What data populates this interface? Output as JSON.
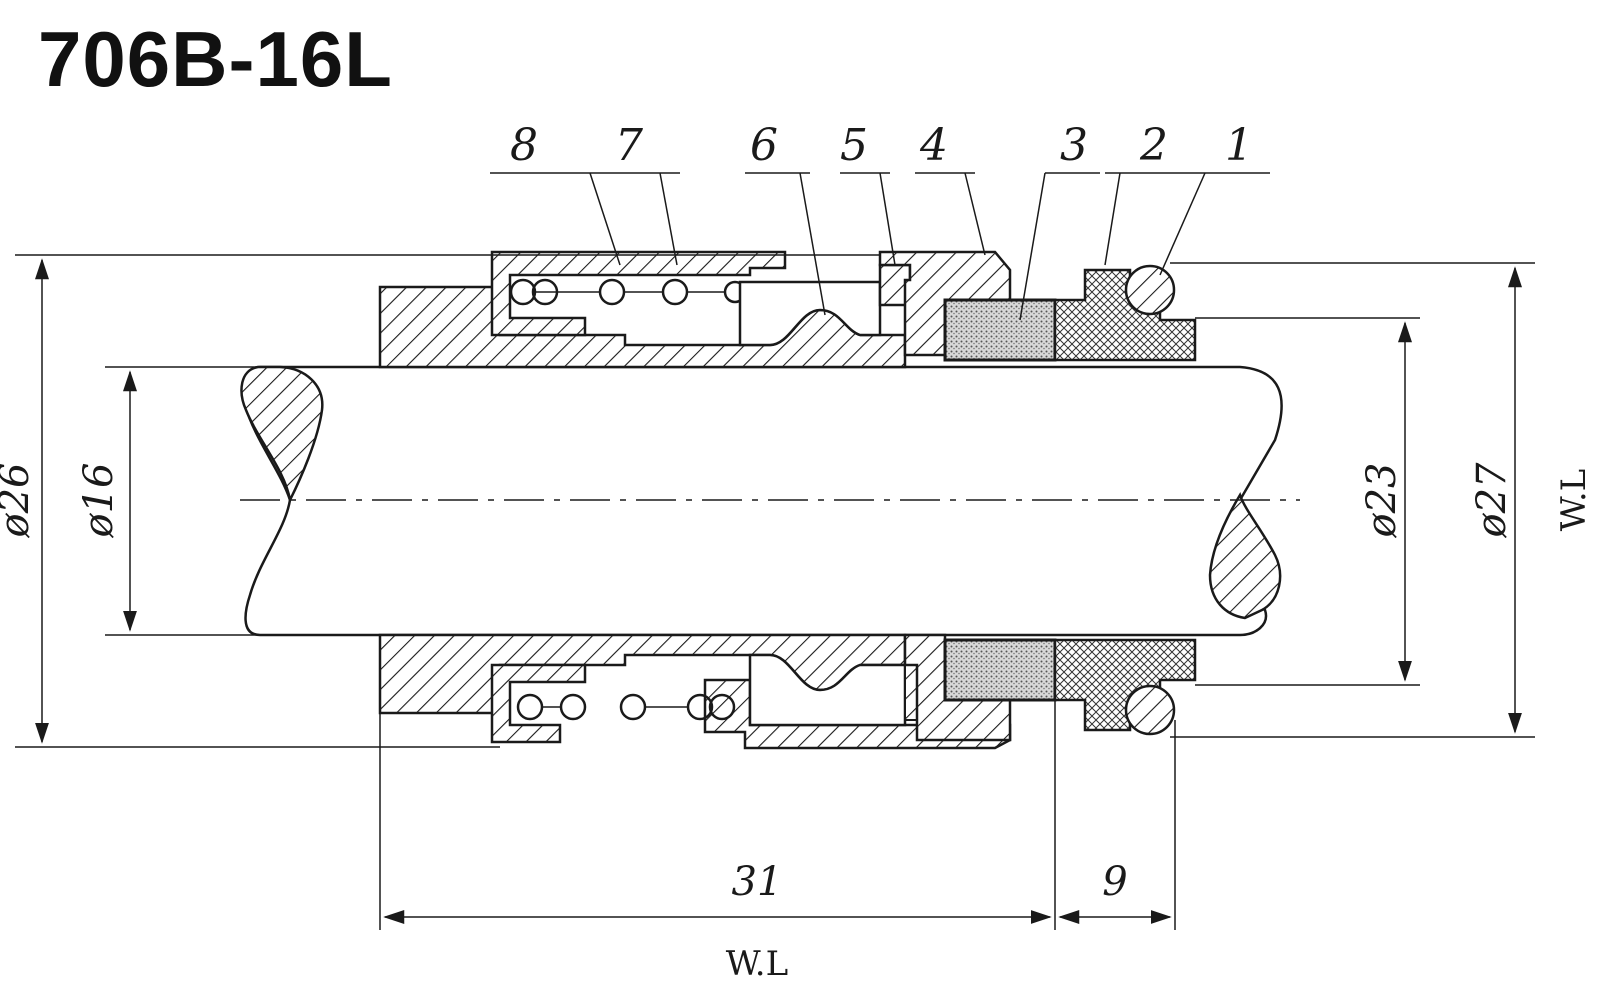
{
  "title": "706B-16L",
  "part_numbers": [
    "8",
    "7",
    "6",
    "5",
    "4",
    "3",
    "2",
    "1"
  ],
  "dimensions": {
    "d26": "ø26",
    "d16": "ø16",
    "d23": "ø23",
    "d27": "ø27",
    "len31": "31",
    "len9": "9",
    "wl_bottom": "W.L",
    "wl_right": "W.L"
  },
  "colors": {
    "line": "#1a1a1a",
    "hatch": "#1a1a1a",
    "background": "#ffffff"
  }
}
